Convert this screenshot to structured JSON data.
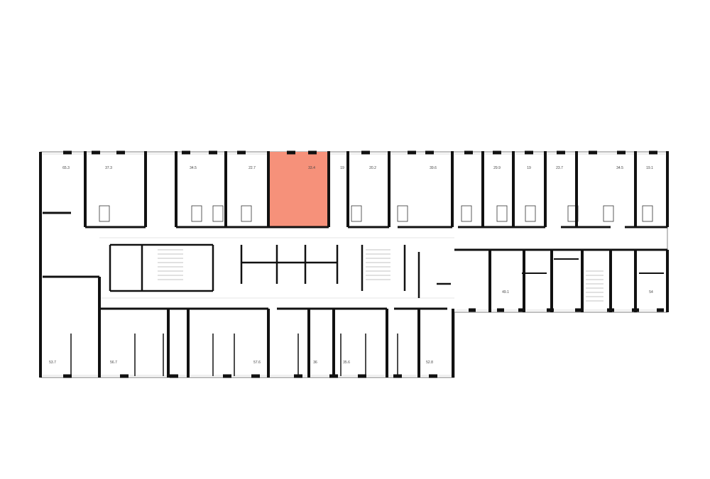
{
  "floor_plan": {
    "highlight_color": "#f6917a",
    "wall_color": "#111111",
    "highlighted_unit": "33.4",
    "units_top_row": [
      "65.3",
      "37.3",
      "34.5",
      "22.7",
      "33.4",
      "19",
      "20.2",
      "39.6",
      "29.9",
      "19",
      "23.7",
      "34.5",
      "19.1"
    ],
    "units_bottom_row": [
      "53.7",
      "56.7",
      "57.6",
      "36",
      "35.6",
      "52.8"
    ],
    "units_right_wing": [
      "49.1",
      "54"
    ]
  }
}
